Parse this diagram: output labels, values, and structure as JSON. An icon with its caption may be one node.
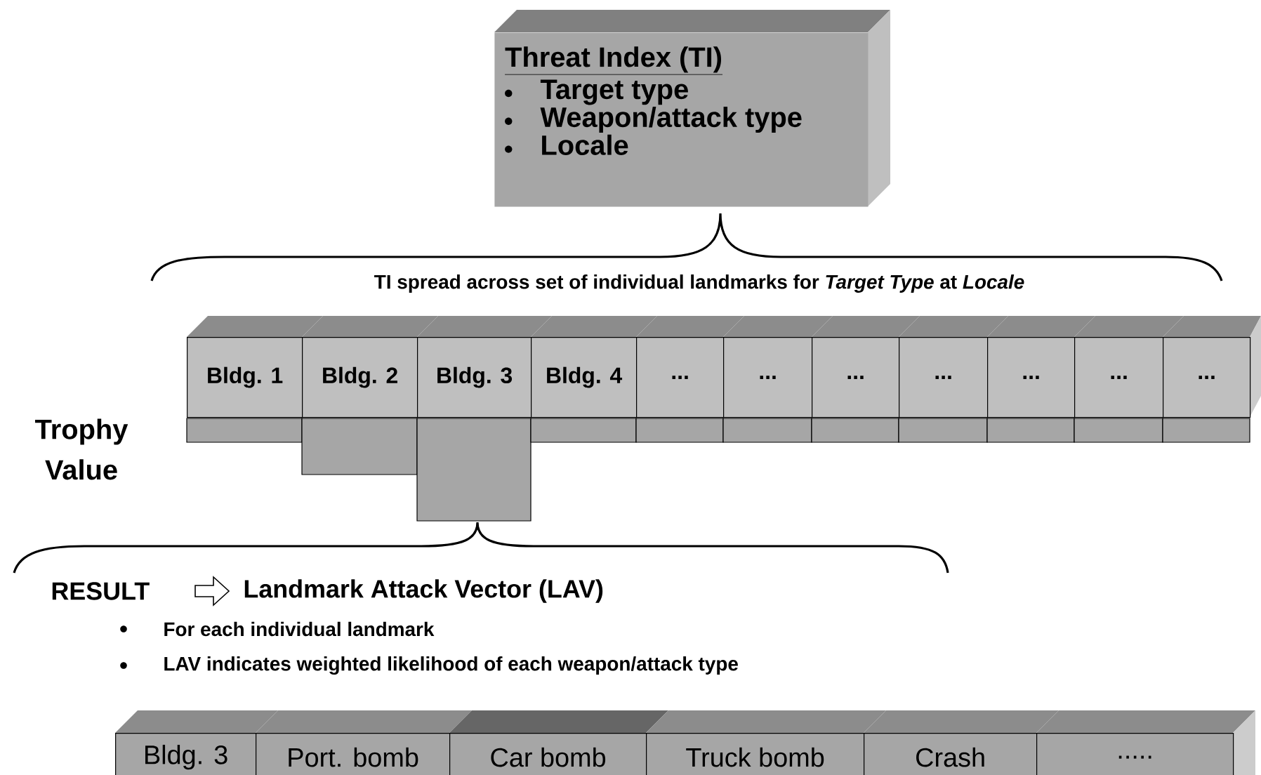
{
  "diagram": {
    "nodes": [
      {
        "text": [
          "Threat Index (TI)",
          "Target type",
          "Weapon/attack type",
          "Locale"
        ]
      },
      {
        "text": [
          "Bldg. 1"
        ]
      },
      {
        "text": [
          "Bldg. 2"
        ]
      },
      {
        "text": [
          "Bldg. 3"
        ]
      },
      {
        "text": [
          "Bldg. 4"
        ]
      },
      {
        "text": [
          "..."
        ]
      },
      {
        "text": [
          "..."
        ]
      },
      {
        "text": [
          "..."
        ]
      },
      {
        "text": [
          "..."
        ]
      },
      {
        "text": [
          "..."
        ]
      },
      {
        "text": [
          "..."
        ]
      },
      {
        "text": [
          "..."
        ]
      },
      {
        "text": [
          "Bldg. 3"
        ]
      },
      {
        "text": [
          "Port. bomb"
        ]
      },
      {
        "text": [
          "Car bomb"
        ]
      },
      {
        "text": [
          "Truck bomb"
        ]
      },
      {
        "text": [
          "Crash"
        ]
      },
      {
        "text": [
          "....."
        ]
      }
    ],
    "labels": [
      "TI spread across set of individual landmarks for *Target Type* at *Locale*",
      "Trophy Value",
      "RESULT",
      "Landmark Attack Vector (LAV)",
      "For each individual landmark",
      "LAV indicates weighted likelihood of each weapon/attack type"
    ]
  }
}
